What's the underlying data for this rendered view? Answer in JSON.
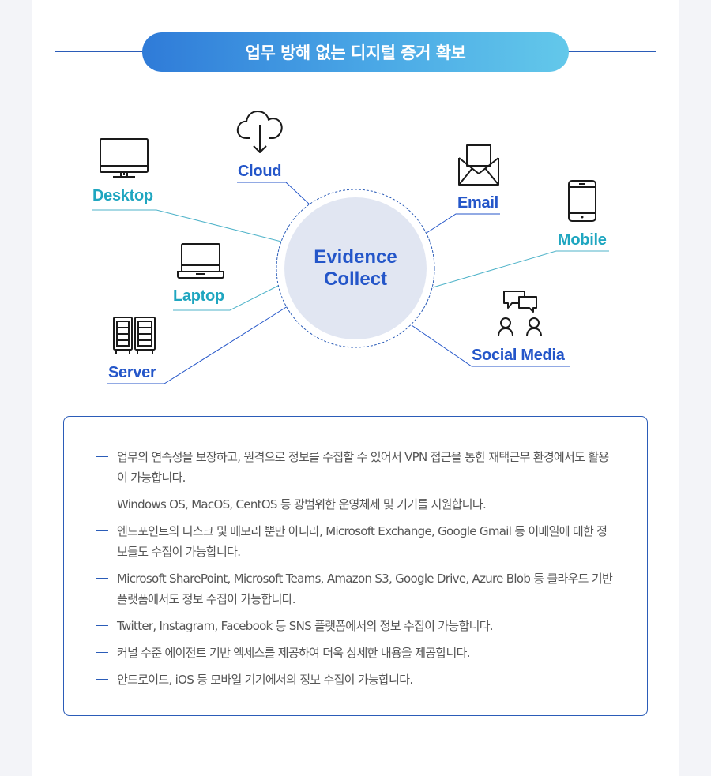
{
  "header": {
    "title": "업무 방해 없는 디지털 증거 확보"
  },
  "diagram": {
    "center": {
      "line1": "Evidence",
      "line2": "Collect"
    },
    "nodes": {
      "desktop": {
        "label": "Desktop",
        "icon": "desktop-monitor-icon"
      },
      "cloud": {
        "label": "Cloud",
        "icon": "cloud-download-icon"
      },
      "laptop": {
        "label": "Laptop",
        "icon": "laptop-icon"
      },
      "server": {
        "label": "Server",
        "icon": "server-rack-icon"
      },
      "email": {
        "label": "Email",
        "icon": "envelope-icon"
      },
      "mobile": {
        "label": "Mobile",
        "icon": "smartphone-icon"
      },
      "social": {
        "label": "Social Media",
        "icon": "chat-people-icon"
      }
    }
  },
  "features": [
    "업무의 연속성을 보장하고, 원격으로 정보를 수집할 수 있어서 VPN 접근을 통한 재택근무 환경에서도 활용이 가능합니다.",
    "Windows OS, MacOS, CentOS 등 광범위한 운영체제 및 기기를 지원합니다.",
    "엔드포인트의 디스크 및 메모리 뿐만 아니라, Microsoft Exchange, Google Gmail 등  이메일에 대한 정보들도 수집이 가능합니다.",
    "Microsoft SharePoint, Microsoft Teams, Amazon S3, Google Drive, Azure Blob 등 클라우드 기반 플랫폼에서도 정보 수집이 가능합니다.",
    "Twitter, Instagram, Facebook 등 SNS 플랫폼에서의 정보 수집이 가능합니다.",
    "커널 수준 에이전트 기반 엑세스를 제공하여 더욱 상세한 내용을 제공합니다.",
    "안드로이드, iOS 등 모바일 기기에서의 정보 수집이 가능합니다."
  ],
  "colors": {
    "accent": "#2456c9",
    "teal": "#1fa6c0",
    "center_fill": "#e1e6f2",
    "border": "#2b5cb8"
  }
}
